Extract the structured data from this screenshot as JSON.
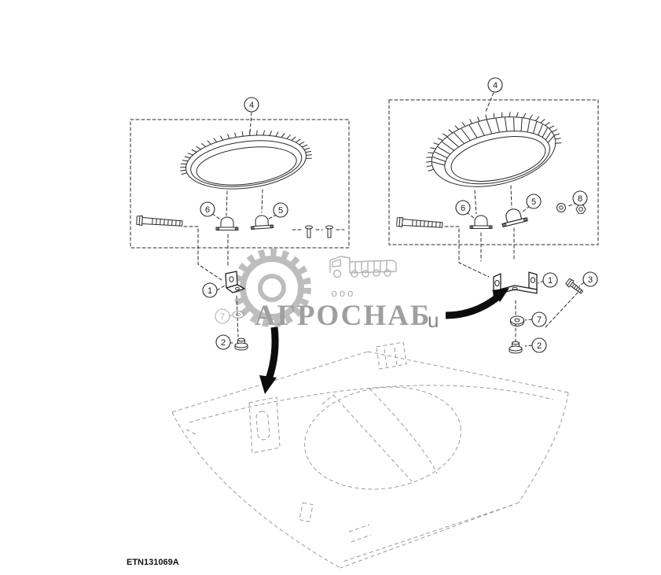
{
  "figure": {
    "id_label": "ETN131069A",
    "watermark": {
      "prefix": "ooo",
      "name": "АГРОСНАБ",
      "suffix": "u"
    },
    "callouts": {
      "c4_left": "4",
      "c4_right": "4",
      "c6_left": "6",
      "c5_left": "5",
      "c6_right": "6",
      "c5_right": "5",
      "c8_right": "8",
      "c1_left": "1",
      "c1_right": "1",
      "c3_right": "3",
      "c7_left": "7",
      "c2_left": "2",
      "c7_right": "7",
      "c2_right": "2"
    }
  }
}
